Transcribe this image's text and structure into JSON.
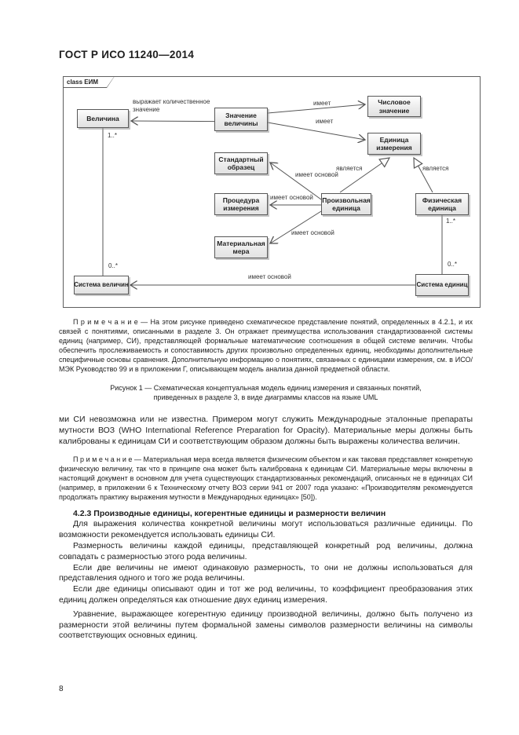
{
  "page": {
    "header": "ГОСТ Р ИСО 11240—2014",
    "page_number": "8"
  },
  "diagram": {
    "frame_label": "class ЕИМ",
    "classes": [
      {
        "label": "Величина"
      },
      {
        "label": "Значение величины"
      },
      {
        "label": "Числовое значение"
      },
      {
        "label": "Единица измерения"
      },
      {
        "label": "Стандартный образец"
      },
      {
        "label": "Процедура измерения"
      },
      {
        "label": "Произвольная единица"
      },
      {
        "label": "Физическая единица"
      },
      {
        "label": "Материальная мера"
      },
      {
        "label": "Система величин"
      },
      {
        "label": "Система единиц"
      }
    ],
    "labels": [
      "выражает количественное значение",
      "имеет",
      "имеет",
      "является",
      "является",
      "имеет основой",
      "имеет основой",
      "имеет основой",
      "имеет основой"
    ],
    "multiplicities": [
      "1..*",
      "0..*",
      "1..*",
      "0..*"
    ]
  },
  "content": {
    "note1": "П р и м е ч а н и е — На этом рисунке приведено схематическое представление понятий, определенных в 4.2.1, и их связей с понятиями, описанными в разделе 3. Он отражает преимущества использования стандартизованной системы единиц (например, СИ), представляющей формальные математические соотношения в общей системе величин. Чтобы обеспечить прослеживаемость и сопоставимость других произвольно определенных единиц, необходимы дополнительные специфичные основы сравнения. Дополнительную информацию о понятиях, связанных с единицами измерения, см. в ИСО/МЭК Руководство 99 и в приложении Г, описывающем модель анализа данной предметной области.",
    "figure_caption": "Рисунок 1 — Схематическая концептуальная модель единиц измерения и связанных понятий, приведенных в разделе 3, в виде диаграммы классов на языке UML",
    "para1": "ми СИ невозможна или не известна. Примером могут служить Международные эталонные препараты мутности ВОЗ (WHO International Reference Preparation for Opacity). Материальные меры должны быть калиброваны к единицам СИ и соответствующим образом должны быть выражены количества величин.",
    "note2": "П р и м е ч а н и е — Материальная мера всегда является физическим объектом и как таковая представляет конкретную физическую величину, так что в принципе она может быть калибрована к единицам СИ. Материальные меры включены в настоящий документ в основном для учета существующих стандартизованных рекомендаций, описанных не в единицах СИ (например, в приложении 6 к Техническому отчету ВОЗ серии 941 от 2007 года указано: «Производителям рекомендуется продолжать практику выражения мутности в Международных единицах» [50]).",
    "section_heading": "4.2.3 Производные единицы, когерентные единицы и размерности величин",
    "para2": "Для выражения количества конкретной величины могут использоваться различные единицы. По возможности рекомендуется использовать единицы СИ.",
    "para3": "Размерность величины каждой единицы, представляющей конкретный род величины, должна совпадать с размерностью этого рода величины.",
    "para4": "Если две величины не имеют одинаковую размерность, то они не должны использоваться для представления одного и того же рода величины.",
    "para5": "Если две единицы описывают один и тот же род величины, то коэффициент преобразования этих единиц должен определяться как отношение двух единиц измерения.",
    "para6": "Уравнение, выражающее когерентную единицу производной величины, должно быть получено из размерности этой величины путем формальной замены символов размерности величины на символы соответствующих основных единиц."
  }
}
